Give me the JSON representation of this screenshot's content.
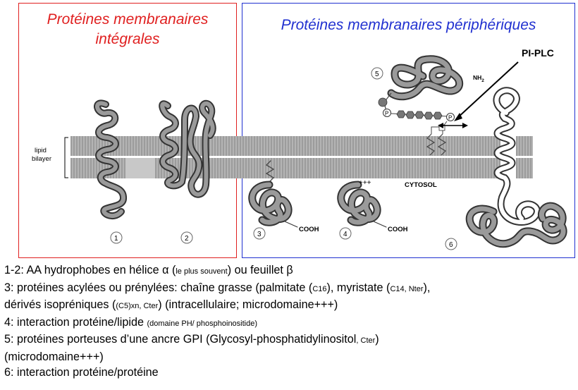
{
  "titles": {
    "integral_line1": "Protéines membranaires",
    "integral_line2": "intégrales",
    "peripheral": "Protéines membranaires périphériques"
  },
  "diagram": {
    "lipid_line1": "lipid",
    "lipid_line2": "bilayer",
    "cytosol": "CYTOSOL",
    "pi_plc": "PI-PLC",
    "nh2": "NH",
    "nh2_sub": "2",
    "cooh": "COOH",
    "plus_marks": "+++",
    "phosphate": "P",
    "numbers": [
      "1",
      "2",
      "3",
      "4",
      "5",
      "6"
    ]
  },
  "colors": {
    "integral": "#e02020",
    "peripheral": "#2030d0",
    "membrane": "#a8a8a8",
    "protein_fill": "#9a9a9a"
  },
  "legend": {
    "l1_a": "1-2: AA hydrophobes en hélice ",
    "l1_alpha": "α",
    "l1_b": " (",
    "l1_small": "le plus souvent",
    "l1_c": ") ou feuillet ",
    "l1_beta": "β",
    "l2_a": "3: protéines acylées ou prénylées: chaîne grasse (palmitate (",
    "l2_s1": "C16",
    "l2_b": "), myristate (",
    "l2_s2": "C14, Nter",
    "l2_c": "),",
    "l3_a": "dérivés isopréniques (",
    "l3_s": "(C5)xn, Cter",
    "l3_b": ") (intracellulaire; microdomaine+++)",
    "l4_a": "4: interaction protéine/lipide ",
    "l4_s": "(domaine PH/ phosphoinositide)",
    "l5_a": "5: protéines porteuses d’une ancre GPI (Glycosyl-phosphatidylinositol",
    "l5_s": ", Cter",
    "l5_b": ")",
    "l6": "(microdomaine+++)",
    "l7": "6: interaction protéine/protéine"
  }
}
